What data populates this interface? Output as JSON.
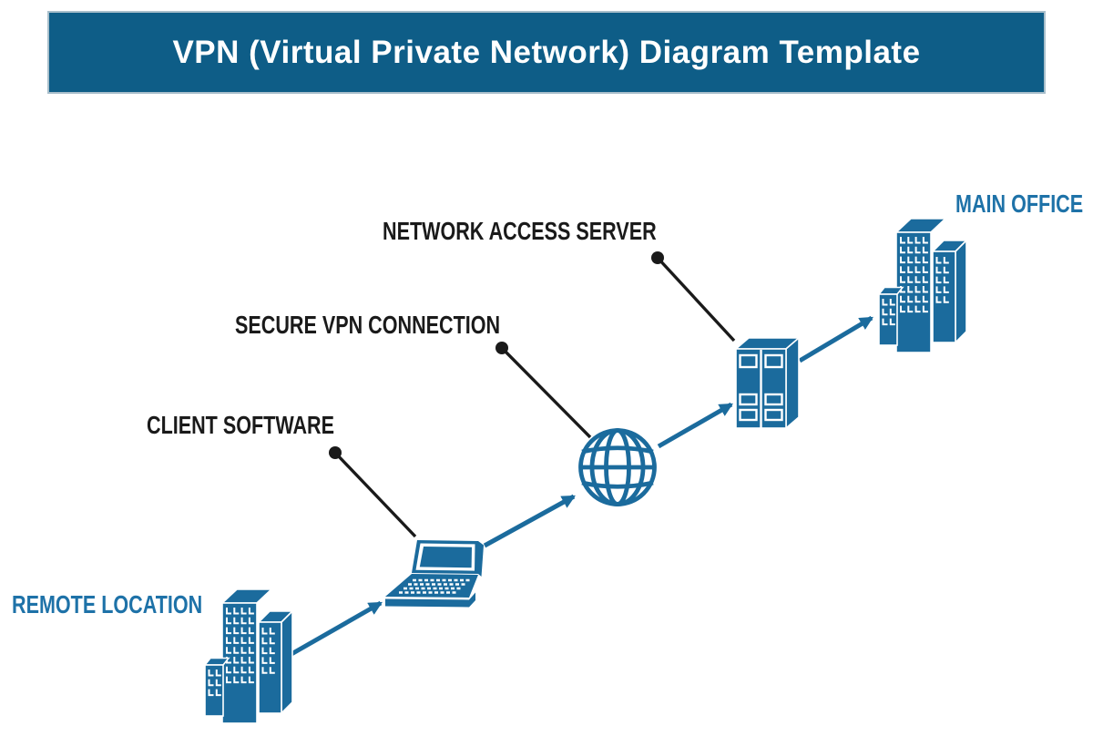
{
  "header": {
    "title": "VPN (Virtual Private Network) Diagram Template"
  },
  "colors": {
    "header_bg": "#0E5D87",
    "header_border": "#A9BFCB",
    "accent": "#1B6B9D",
    "blue_label": "#1E72A8",
    "dark_label": "#1A1A1A",
    "background": "#FFFFFF"
  },
  "diagram": {
    "labels": {
      "remote_location": "REMOTE LOCATION",
      "client_software": "CLIENT SOFTWARE",
      "secure_vpn_connection": "SECURE VPN CONNECTION",
      "network_access_server": "NETWORK ACCESS SERVER",
      "main_office": "MAIN OFFICE"
    },
    "icons": {
      "remote_location": "office-buildings-icon",
      "client_software": "laptop-icon",
      "secure_vpn_connection": "globe-icon",
      "network_access_server": "server-rack-icon",
      "main_office": "office-buildings-icon"
    },
    "flow": [
      "REMOTE LOCATION -> CLIENT SOFTWARE (laptop)",
      "CLIENT SOFTWARE (laptop) -> SECURE VPN CONNECTION (globe)",
      "SECURE VPN CONNECTION (globe) -> NETWORK ACCESS SERVER",
      "NETWORK ACCESS SERVER -> MAIN OFFICE"
    ]
  }
}
